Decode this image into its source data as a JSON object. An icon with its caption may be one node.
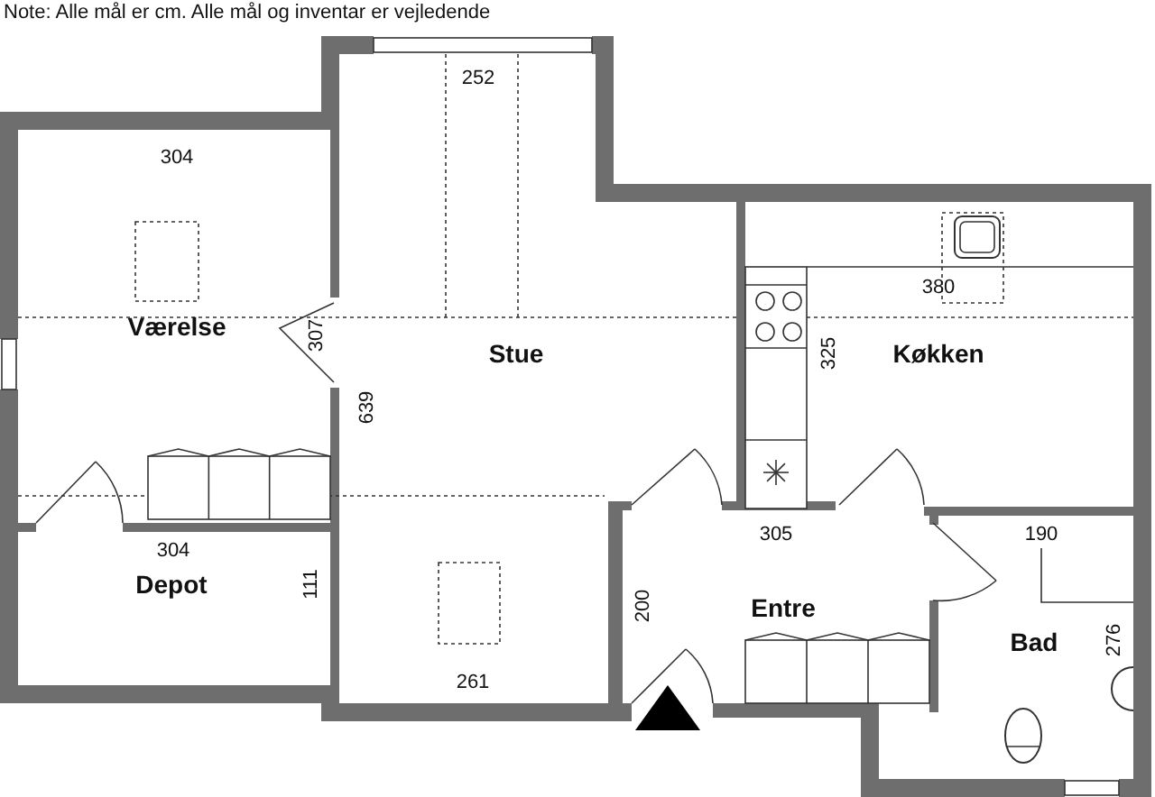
{
  "diagram": {
    "labels": [
      "Note: Alle mål er cm. Alle mål og inventar er vejledende",
      "252",
      "304",
      "Værelse",
      "307",
      "Stue",
      "380",
      "325",
      "Køkken",
      "639",
      "304",
      "305",
      "190",
      "Depot",
      "111",
      "200",
      "Entre",
      "Bad",
      "276",
      "261"
    ]
  }
}
